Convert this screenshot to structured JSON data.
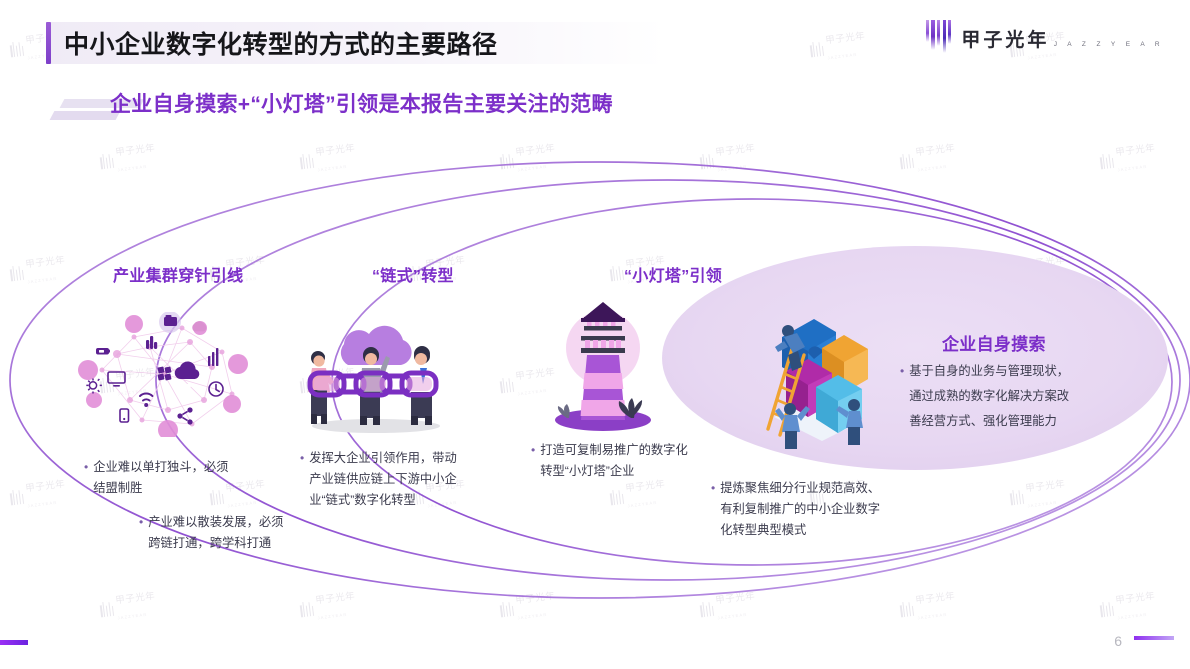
{
  "header": {
    "title": "中小企业数字化转型的方式的主要路径",
    "subtitle": "企业自身摸索+“小灯塔”引领是本报告主要关注的范畴",
    "accent_color": "#7c2fc9",
    "title_color": "#16161a"
  },
  "logo": {
    "name_cn": "甲子光年",
    "name_en": "J A Z Z Y E A R",
    "mark": "bars-logo-icon"
  },
  "watermark": {
    "text_cn": "甲子光年",
    "text_en": "JAZZYEAR"
  },
  "diagram": {
    "type": "nested-ellipses",
    "ring_color": "#9b5cd6",
    "fill_color": "#e8daf2",
    "sections": [
      {
        "id": "cluster",
        "heading": "产业集群穿针引线",
        "illustration": "network-cluster-icon",
        "bullets": [
          "企业难以单打独斗，必须\n结盟制胜",
          "产业难以散装发展，必须\n跨链打通，跨学科打通"
        ]
      },
      {
        "id": "chain",
        "heading": "“链式”转型",
        "illustration": "chain-people-cloud-icon",
        "bullets": [
          "发挥大企业引领作用，带动\n产业链供应链上下游中小企\n业“链式”数字化转型"
        ]
      },
      {
        "id": "lighthouse",
        "heading": "“小灯塔”引领",
        "illustration": "lighthouse-icon",
        "bullets": [
          "打造可复制易推广的数字化\n转型“小灯塔”企业",
          "提炼聚焦细分行业规范高效、\n有利复制推广的中小企业数字\n化转型典型模式"
        ]
      },
      {
        "id": "self",
        "heading": "企业自身摸索",
        "illustration": "puzzle-people-icon",
        "bullets": [
          "基于自身的业务与管理现状，\n通过成熟的数字化解决方案改\n善经营方式、强化管理能力"
        ]
      }
    ]
  },
  "footer": {
    "page_number": "6",
    "accent_color": "#8f2ff0"
  }
}
